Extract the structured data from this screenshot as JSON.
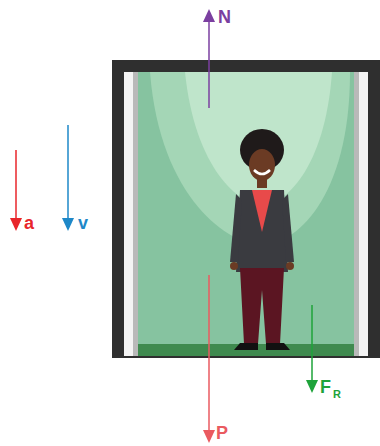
{
  "diagram": {
    "labels": [
      "N",
      "a",
      "v",
      "P",
      "F",
      "R"
    ]
  }
}
